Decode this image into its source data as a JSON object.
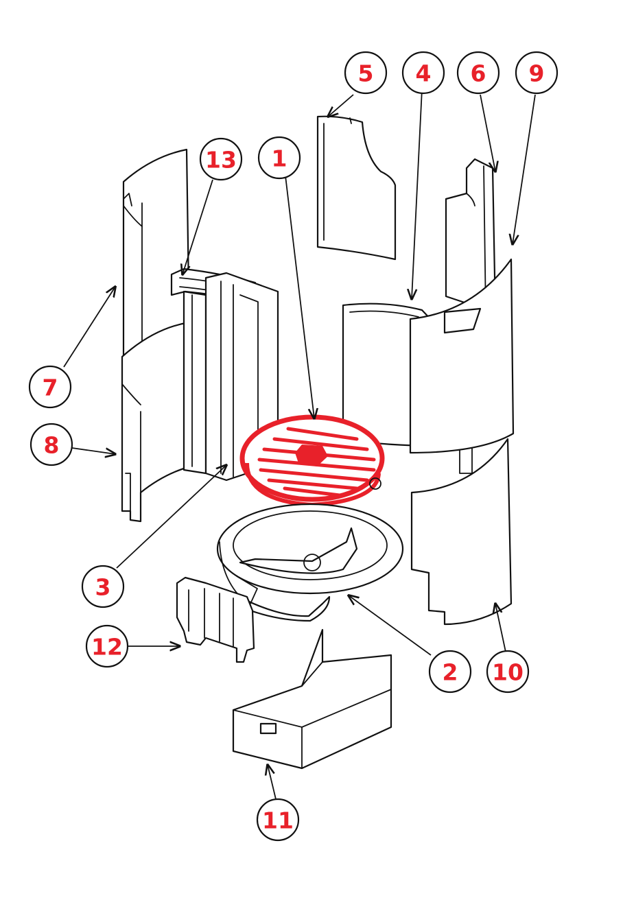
{
  "colors": {
    "callout_text": "#e8212a",
    "grate_highlight": "#e8212a",
    "line": "#111111",
    "background": "#ffffff"
  },
  "callouts": [
    {
      "id": "c1",
      "label": "1"
    },
    {
      "id": "c2",
      "label": "2"
    },
    {
      "id": "c3",
      "label": "3"
    },
    {
      "id": "c4",
      "label": "4"
    },
    {
      "id": "c5",
      "label": "5"
    },
    {
      "id": "c6",
      "label": "6"
    },
    {
      "id": "c7",
      "label": "7"
    },
    {
      "id": "c8",
      "label": "8"
    },
    {
      "id": "c9",
      "label": "9"
    },
    {
      "id": "c10",
      "label": "10"
    },
    {
      "id": "c11",
      "label": "11"
    },
    {
      "id": "c12",
      "label": "12"
    },
    {
      "id": "c13",
      "label": "13"
    }
  ]
}
